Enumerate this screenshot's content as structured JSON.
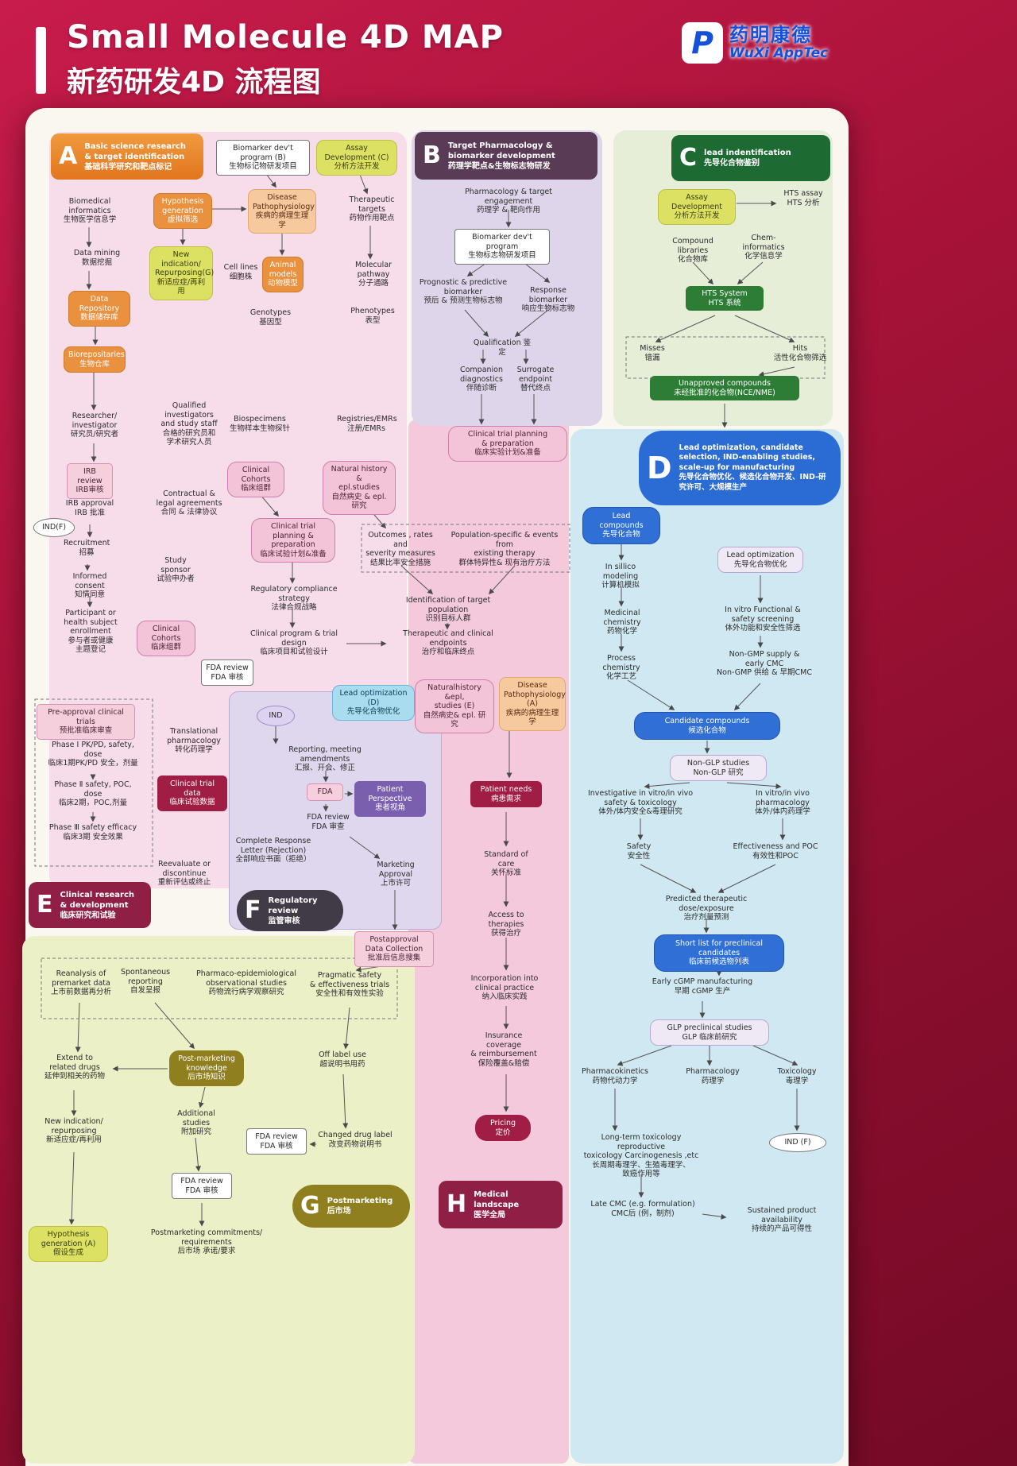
{
  "header": {
    "title": "Small Molecule 4D MAP",
    "subtitle": "新药研发4D 流程图",
    "logo_zh": "药明康德",
    "logo_en": "WuXi AppTec",
    "logo_glyph": "P"
  },
  "sections": {
    "a": {
      "letter": "A",
      "en": "Basic science research & target identification",
      "zh": "基础科学研究和靶点标记"
    },
    "b": {
      "letter": "B",
      "en": "Target Pharmacology & biomarker development",
      "zh": "药理学靶点&生物标志物研发"
    },
    "c": {
      "letter": "C",
      "en": "lead indentification",
      "zh": "先导化合物鉴别"
    },
    "d": {
      "letter": "D",
      "en": "Lead optimization, candidate selection, IND-enabling studies, scale-up for manufacturing",
      "zh": "先导化合物优化、候选化合物开发、IND-研究许可、大规模生产"
    },
    "e": {
      "letter": "E",
      "en": "Clinical research & development",
      "zh": "临床研究和试验"
    },
    "f": {
      "letter": "F",
      "en": "Regulatory review",
      "zh": "监管审核"
    },
    "g": {
      "letter": "G",
      "en": "Postmarketing",
      "zh": "后市场"
    },
    "h": {
      "letter": "H",
      "en": "Medical landscape",
      "zh": "医学全局"
    }
  },
  "nodes": {
    "biomarker_dev_a": "Biomarker dev't program (B)\n生物标记物研发项目",
    "assay_dev_a": "Assay Development (C)\n分析方法开发",
    "biomedical_informatics": "Biomedical\ninformatics\n生物医学信息学",
    "hypothesis_generation": "Hypothesis\ngeneration\n虚拟筛选",
    "disease_pathophysiology": "Disease\nPathophysiology\n疾病的病理生理学",
    "therapeutic_targets": "Therapeutic\ntargets\n药物作用靶点",
    "data_mining": "Data mining\n数据挖掘",
    "new_indication": "New indication/\nRepurposing(G)\n新适应症/再利用",
    "cell_lines": "Cell lines\n细胞株",
    "animal_models": "Animal\nmodels\n动物模型",
    "molecular_pathway": "Molecular\npathway\n分子通路",
    "data_repository": "Data Repository\n数据储存库",
    "genotypes": "Genotypes\n基因型",
    "phenotypes": "Phenotypes\n表型",
    "biorepositories": "Biorepositaries\n生物仓库",
    "researcher": "Researcher/\ninvestigator\n研究员/研究者",
    "qualified_investigators": "Qualified\ninvestigators\nand study staff\n合格的研究员和\n学术研究人员",
    "biospecimens": "Biospecimens\n生物样本生物探针",
    "registries": "Registries/EMRs\n注册/EMRs",
    "irb_review": "IRB review\nIRB审核",
    "clinical_cohorts_1": "Clinical Cohorts\n临床组群",
    "natural_history_1": "Natural history &\nepl.studies\n自然病史 & epl. 研究",
    "irb_approval": "IRB approval\nIRB 批准",
    "contractual": "Contractual &\nlegal agreements\n合同 & 法律协议",
    "ctpp_a": "Clinical trial planning &\npreparation\n临床试验计划&准备",
    "ind_f_left": "IND(F)",
    "recruitment": "Recruitment\n招募",
    "study_sponsor": "Study sponsor\n试验申办者",
    "outcomes": "Outcomes , rates and\nseverity measures\n结果比率安全措施",
    "population_specific": "Population-specific & events from\nexisting therapy\n群体特异性& 现有治疗方法",
    "informed_consent": "Informed consent\n知情同意",
    "regulatory_compliance": "Regulatory compliance strategy\n法律合规战略",
    "identification_target": "Identification of target population\n识别目标人群",
    "participant": "Participant or\nhealth subject\nenrollment\n参与者或健康\n主题登记",
    "clinical_cohorts_2": "Clinical Cohorts\n临床组群",
    "clinical_program": "Clinical program & trial design\n临床项目和试验设计",
    "therapeutic_endpoints": "Therapeutic and clinical endpoints\n治疗和临床终点",
    "fda_review_1": "FDA review\nFDA 审核",
    "preapproval": "Pre-approval clinical trials\n预批准临床审查",
    "translational": "Translational\npharmacology\n转化药理学",
    "lead_opt_d": "Lead optimization (D)\n先导化合物优化",
    "ind_oval": "IND",
    "natural_history_e": "Naturalhistory &epl,\nstudies (E)\n自然病史& epl. 研究",
    "disease_path_a2": "Disease\nPathophysiology (A)\n疾病的病理生理学",
    "phase1": "Phase Ⅰ PK/PD, safety, dose\n临床1期PK/PD 安全，剂量",
    "reporting": "Reporting, meeting amendments\n汇报、开会、修正",
    "phase2": "Phase Ⅱ safety, POC, dose\n临床2期，POC,剂量",
    "clinical_trial_data": "Clinical trial data\n临床试验数据",
    "fda_box": "FDA",
    "patient_perspective": "Patient Perspective\n患者视角",
    "phase3": "Phase Ⅲ safety efficacy\n临床3期 安全效果",
    "fda_review_2": "FDA review\nFDA 审查",
    "complete_response": "Complete Response\nLetter (Rejection)\n全部响应书面（拒绝）",
    "marketing_approval": "Marketing\nApproval\n上市许可",
    "reevaluate": "Reevaluate or\ndiscontinue\n重新评估或终止",
    "pharm_target_engagement": "Pharmacology & target engagement\n药理学 & 靶向作用",
    "biomarker_dev_b": "Biomarker dev't program\n生物标志物研发项目",
    "prognostic": "Prognostic & predictive\nbiomarker\n预后 & 预测生物标志物",
    "response_biomarker": "Response biomarker\n响应生物标志物",
    "qualification": "Qualification 鉴定",
    "companion": "Companion\ndiagnostics\n伴随诊断",
    "surrogate": "Surrogate\nendpoint\n替代终点",
    "ctpp_b": "Clinical trial planning\n& preparation\n临床实验计划&准备",
    "assay_dev_c": "Assay Development\n分析方法开发",
    "hts_assay": "HTS assay\nHTS 分析",
    "compound_libraries": "Compound libraries\n化合物库",
    "chem_informatics": "Chem-informatics\n化学信息学",
    "hts_system": "HTS System\nHTS 系统",
    "misses": "Misses\n错漏",
    "hits": "Hits\n活性化合物筛选",
    "unapproved": "Unapproved compounds\n未经批准的化合物(NCE/NME)",
    "lead_compounds": "Lead compounds\n先导化合物",
    "in_silico": "In sillico modeling\n计算机模拟",
    "lead_optimization_d2": "Lead optimization\n先导化合物优化",
    "medicinal_chem": "Medicinal chemistry\n药物化学",
    "invitro_functional": "In vitro Functional &\nsafety screening\n体外功能和安全性筛选",
    "process_chem": "Process chemistry\n化学工艺",
    "nongmp": "Non-GMP supply &\nearly CMC\nNon-GMP 供给 & 早期CMC",
    "candidate_compounds": "Candidate compounds\n候选化合物",
    "nonglp": "Non-GLP studies\nNon-GLP 研究",
    "investigative": "Investigative in vitro/in vivo\nsafety & toxicology\n体外/体内安全&毒理研究",
    "invitro_pharm": "In vitro/in vivo\npharmacology\n体外/体内药理学",
    "safety": "Safety\n安全性",
    "effectiveness": "Effectiveness and POC\n有效性和POC",
    "predicted_dose": "Predicted therapeutic dose/exposure\n治疗剂量预测",
    "short_list": "Short list for preclinical candidates\n临床前候选物列表",
    "early_cgmp": "Early cGMP manufacturing\n早期 cGMP 生产",
    "glp_preclinical": "GLP preclinical studies\nGLP 临床前研究",
    "pharmacokinetics": "Pharmacokinetics\n药物代动力学",
    "pharmacology": "Pharmacology\n药理学",
    "toxicology": "Toxicology\n毒理学",
    "longterm_tox": "Long-term toxicology reproductive\ntoxicology Carcinogenesis ,etc\n长周期毒理学、生殖毒理学、\n致癌作用等",
    "ind_f_right": "IND (F)",
    "late_cmc": "Late CMC (e.g. formulation)\nCMC后 (例，制剂)",
    "sustained": "Sustained product availability\n持续的产品可得性",
    "postapproval_dc": "Postapproval\nData Collection\n批准后信息搜集",
    "reanalysis": "Reanalysis of\npremarket data\n上市前数据再分析",
    "spontaneous": "Spontaneous\nreporting\n自发呈报",
    "pharmaco_epi": "Pharmaco-epidemiological\nobservational studies\n药物流行病学观察研究",
    "pragmatic": "Pragmatic safety\n& effectiveness trials\n安全性和有效性实验",
    "extend_drugs": "Extend to\nrelated drugs\n延伸到相关的药物",
    "postmarketing_knowledge": "Post-marketing\nknowledge\n后市场知识",
    "off_label": "Off label use\n超说明书用药",
    "new_indication_g": "New indication/\nrepurposing\n新适应症/再利用",
    "additional_studies": "Additional studies\n附加研究",
    "fda_review_g1": "FDA review\nFDA 审核",
    "changed_label": "Changed drug label\n改变药物说明书",
    "fda_review_g2": "FDA review\nFDA 审核",
    "hypothesis_gen_a": "Hypothesis\ngeneration (A)\n假设生成",
    "postmarketing_commitments": "Postmarketing commitments/\nrequirements\n后市场 承诺/要求",
    "patient_needs": "Patient needs\n病患需求",
    "standard_care": "Standard of\ncare\n关怀标准",
    "access_therapies": "Access to\ntherapies\n获得治疗",
    "incorporation": "Incorporation into\nclinical practice\n纳入临床实践",
    "insurance": "Insurance\ncoverage\n& reimbursement\n保险覆盖&赔偿",
    "pricing": "Pricing\n定价"
  }
}
